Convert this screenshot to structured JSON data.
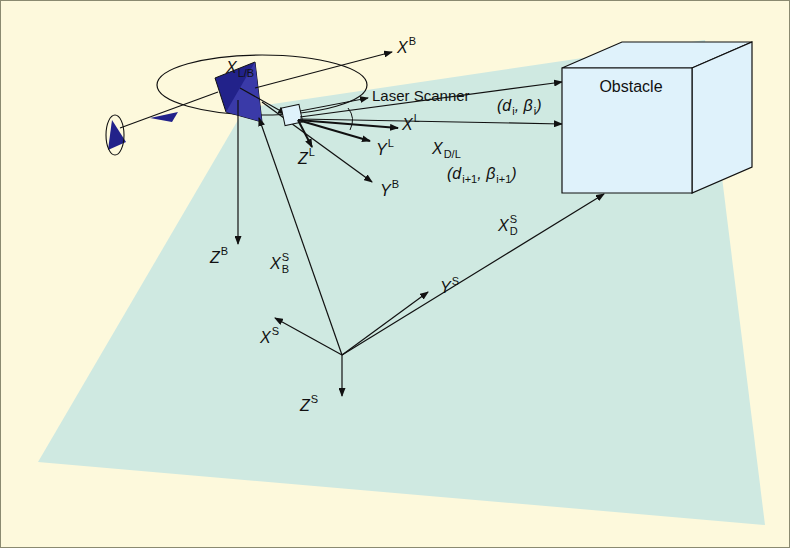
{
  "diagram": {
    "nodes": [
      {
        "text": [
          "Obstacle"
        ]
      }
    ],
    "labels": [
      "X",
      "L/B",
      "X",
      "B",
      "Laser Scanner",
      "(d",
      "i",
      ", β",
      "i",
      ")",
      "X",
      "L",
      "Y",
      "L",
      "Z",
      "L",
      "X",
      "D/L",
      "(d",
      "i+1",
      ", β",
      "i+1",
      ")",
      "Y",
      "B",
      "Z",
      "B",
      "X",
      "S",
      "B",
      "Y",
      "S",
      "X",
      "S",
      "X",
      "S",
      "D",
      "Z",
      "S"
    ]
  }
}
